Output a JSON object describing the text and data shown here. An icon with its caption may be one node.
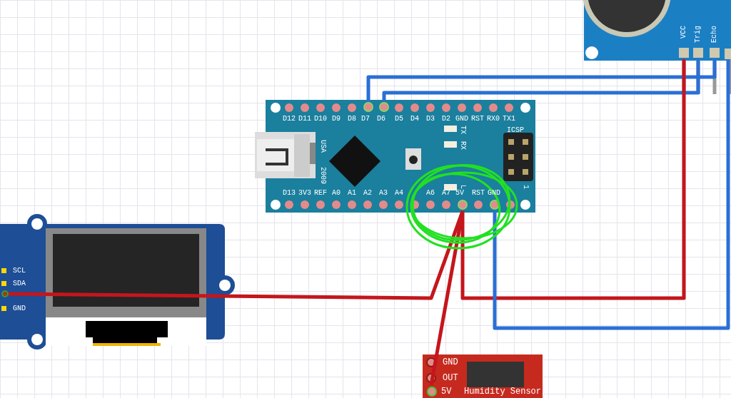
{
  "diagram": {
    "nodes": [
      {
        "text": [],
        "shape": "picture"
      },
      {
        "text": [
          "D7"
        ],
        "in": 0
      },
      {
        "text": [
          "D6"
        ],
        "in": 0
      },
      {
        "text": [
          "5V"
        ],
        "in": 0
      },
      {
        "text": [
          "GND"
        ],
        "in": 0
      },
      {
        "text": [],
        "shape": "picture"
      },
      {
        "text": [
          "VCC"
        ],
        "in": 5
      },
      {
        "text": [
          "Trig"
        ],
        "in": 5
      },
      {
        "text": [
          "Echo"
        ],
        "in": 5
      },
      {
        "text": [],
        "shape": "box",
        "in": 5
      },
      {
        "text": [],
        "shape": "picture"
      },
      {
        "text": [],
        "shape": "circle",
        "in": 10
      },
      {
        "text": [
          "Humidity Sensor"
        ]
      },
      {
        "text": [
          "5V"
        ],
        "in": 12
      }
    ],
    "edges": [
      {
        "from": 1,
        "to": 8,
        "arrow": "none",
        "color": "#2a6fd6"
      },
      {
        "from": 2,
        "to": 7,
        "arrow": "none",
        "color": "#2a6fd6"
      },
      {
        "from": 6,
        "to": 3,
        "arrow": "none",
        "color": "#c4161c"
      },
      {
        "from": 3,
        "to": 11,
        "arrow": "none",
        "color": "#c4161c"
      },
      {
        "from": 3,
        "to": 13,
        "arrow": "none",
        "color": "#c4161c"
      },
      {
        "from": 4,
        "to": 9,
        "arrow": "none",
        "color": "#2a6fd6"
      }
    ],
    "labels": [
      "D12",
      "D11",
      "D10",
      "D9",
      "D8",
      "D5",
      "D4",
      "D3",
      "D2",
      "GND",
      "RST",
      "RX0",
      "TX1",
      "TX",
      "USA",
      "ICSP",
      "RX",
      "2009",
      "L",
      "1",
      "D13",
      "3V3",
      "REF",
      "A0",
      "A1",
      "A2",
      "A3",
      "A4",
      "A6",
      "A7",
      "RST",
      "SCL",
      "SDA",
      "GND",
      "GND",
      "OUT"
    ]
  }
}
